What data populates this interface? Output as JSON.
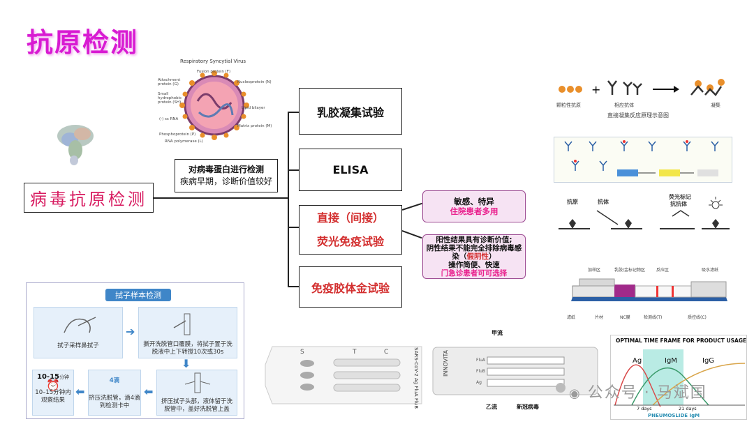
{
  "slide": {
    "title": "抗原检测"
  },
  "tree": {
    "root": "病毒抗原检测",
    "middle": {
      "line1": "对病毒蛋白进行检测",
      "line2": "疾病早期，诊断价值较好"
    },
    "methods": [
      {
        "label": "乳胶凝集试验"
      },
      {
        "label": "ELISA"
      },
      {
        "label_a": "直接（间接）",
        "label_b": "荧光免疫试验"
      },
      {
        "label": "免疫胶体金试验"
      }
    ],
    "notes": [
      {
        "line1": "敏感、特异",
        "line2": "住院患者多用"
      },
      {
        "line1": "阳性结果具有诊断价值;",
        "line2": "阴性结果不能完全排除病毒感",
        "line3a": "染（",
        "line3b": "假阴性",
        "line3c": "）",
        "line4": "操作简便、快速",
        "line5": "门急诊患者可可选择"
      }
    ]
  },
  "virus": {
    "title": "Respiratory Syncytial Virus",
    "labels": [
      "Attachment protein (G)",
      "Fusion protein (F)",
      "Nucleoprotein (N)",
      "Small hydrophobic protein (SH)",
      "Lipid bilayer",
      "(-) ss RNA",
      "Phosphoprotein (P)",
      "Matrix protein (M)",
      "RNA polymerase (L)"
    ]
  },
  "agglutination": {
    "label_a": "颗粒性抗原",
    "label_b": "相应抗体",
    "label_c": "凝集",
    "caption": "直接凝集反应原理示意图"
  },
  "fluorescence": {
    "label_a": "抗原",
    "label_b": "抗体",
    "label_c": "荧光标记",
    "label_d": "抗抗体"
  },
  "strip": {
    "labels": [
      "加样区",
      "乳胶/金标记物区",
      "反应区",
      "吸水滤纸"
    ],
    "bottom": [
      "滤纸",
      "片材",
      "NC膜",
      "检测线(T)",
      "质控线(C)"
    ]
  },
  "swab": {
    "header": "拭子样本检测",
    "steps": [
      "拭子采样鼻拭子",
      "撕开洗脱管口覆膜，将拭子置于洗脱液中上下转搅10次或30s",
      "挤压拭子头部，液体留于洗脱管中，盖好洗脱管上盖",
      "挤压洗脱管，滴4滴到检测卡中",
      "10–15分钟内观察结果"
    ],
    "timer": "10-15",
    "timer_unit": "分钟",
    "drops": "4滴"
  },
  "cassette": {
    "letters": [
      "S",
      "T",
      "C"
    ],
    "side": "SARS-CoV-2 Ag  FluA  FluB"
  },
  "card": {
    "brand": "INNOVITA",
    "labels": [
      "甲流",
      "乙流",
      "新冠病毒"
    ],
    "lines": [
      "FluA",
      "FluB",
      "Ag"
    ]
  },
  "graph": {
    "title": "OPTIMAL TIME FRAME FOR PRODUCT USAGE",
    "series": [
      "Ag",
      "IgM",
      "IgG"
    ],
    "ticks": [
      "7 days",
      "21 days"
    ],
    "brand": "PNEUMOSLIDE IgM"
  },
  "watermark": "公众号 · 马斌国"
}
